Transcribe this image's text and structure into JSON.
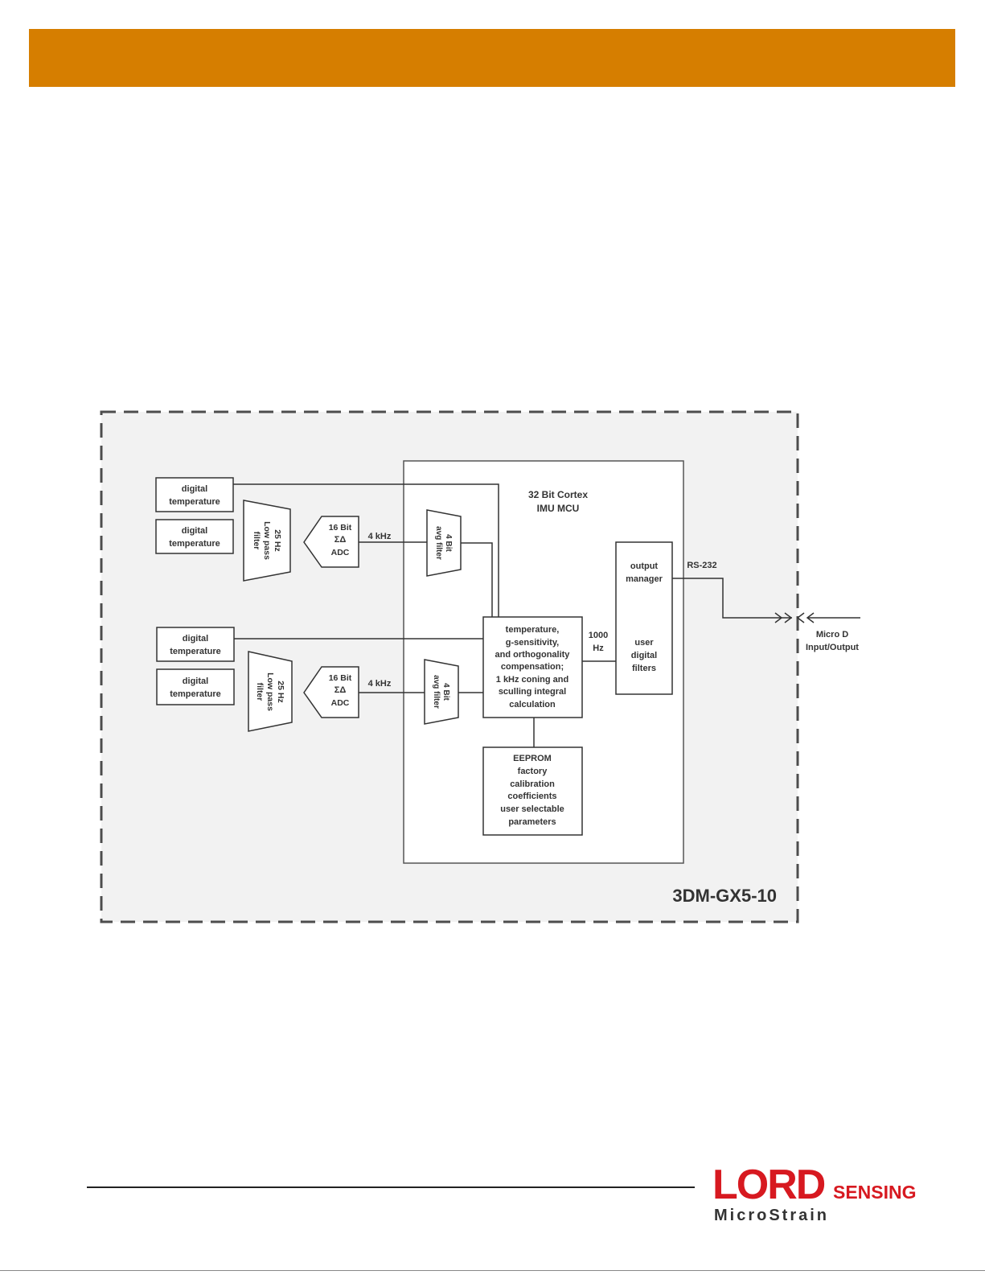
{
  "header": {
    "color": "#d67e00"
  },
  "diagram": {
    "product_label": "3DM-GX5-10",
    "mcu_title": [
      "32 Bit Cortex",
      "IMU MCU"
    ],
    "sensor_label": [
      "digital",
      "temperature"
    ],
    "lowpass_label": [
      "25 Hz",
      "Low pass",
      "filter"
    ],
    "adc_label": [
      "16 Bit",
      "ΣΔ",
      "ADC"
    ],
    "rate_4khz": "4 kHz",
    "avg_label": [
      "4 Bit",
      "avg filter"
    ],
    "comp_label": [
      "temperature,",
      "g-sensitivity,",
      "and orthogonality",
      "compensation;",
      "1 kHz coning and",
      "sculling integral",
      "calculation"
    ],
    "rate_1000hz": [
      "1000",
      "Hz"
    ],
    "eeprom_label": [
      "EEPROM",
      "factory",
      "calibration",
      "coefficients",
      "user selectable",
      "parameters"
    ],
    "output_label_top": [
      "output",
      "manager"
    ],
    "output_label_bottom": [
      "user",
      "digital",
      "filters"
    ],
    "rs232_label": "RS-232",
    "connector_label": [
      "Micro D",
      "Input/Output"
    ]
  },
  "footer": {
    "logo_main": "LORD",
    "logo_sensing": "SENSING",
    "logo_sub": "MicroStrain",
    "brand_color": "#d71920"
  }
}
